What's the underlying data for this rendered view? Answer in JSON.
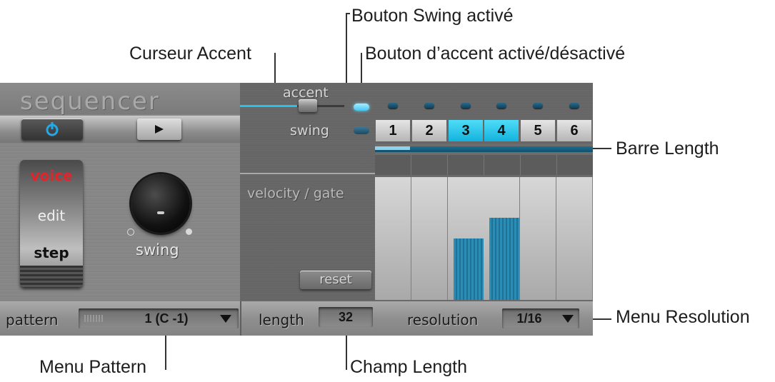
{
  "callouts": {
    "swing_button": "Bouton Swing activé",
    "accent_slider": "Curseur Accent",
    "accent_button": "Bouton d’accent activé/désactivé",
    "length_bar": "Barre Length",
    "resolution_menu": "Menu Resolution",
    "pattern_menu": "Menu Pattern",
    "length_field": "Champ Length"
  },
  "sequencer": {
    "title": "sequencer",
    "power_icon": "power-icon",
    "play_icon": "play-icon",
    "accent_label": "accent",
    "accent_level": 0.55,
    "swing_label": "swing",
    "mode": {
      "voice": "voice",
      "edit": "edit",
      "step": "step"
    },
    "knob_label": "swing",
    "steps": [
      "1",
      "2",
      "3",
      "4",
      "5",
      "6"
    ],
    "active_steps": [
      3,
      4
    ],
    "length_bar_fill": 0.16,
    "velocity_label": "velocity / gate",
    "reset_label": "reset",
    "velocities": [
      0,
      0,
      0.5,
      0.67,
      0,
      0
    ],
    "pattern_label": "pattern",
    "pattern_value": "1 (C -1)",
    "length_label": "length",
    "length_value": "32",
    "resolution_label": "resolution",
    "resolution_value": "1/16"
  },
  "colors": {
    "active_cyan": "#16b8e0",
    "voice_red": "#e2242b",
    "power_blue": "#27a8e6"
  }
}
